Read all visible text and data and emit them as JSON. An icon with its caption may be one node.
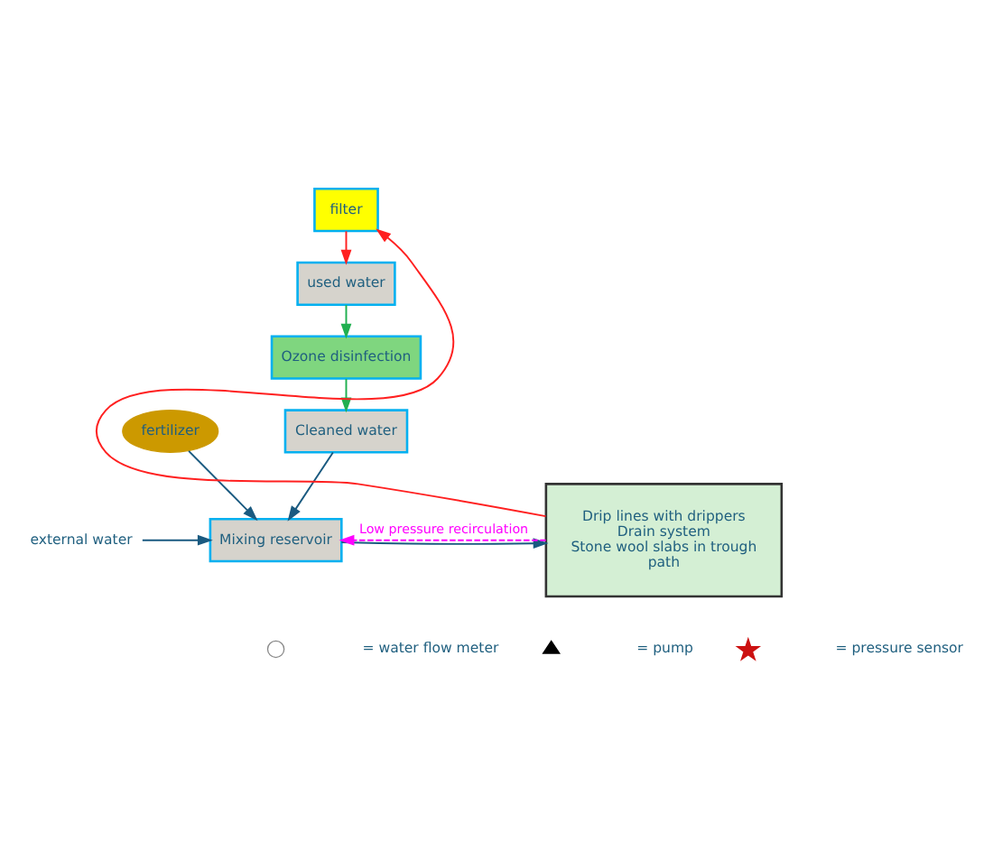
{
  "diagram": {
    "nodes": [
      {
        "text": [
          "filter"
        ]
      },
      {
        "text": [
          "used water"
        ]
      },
      {
        "text": [
          "Ozone disinfection"
        ]
      },
      {
        "text": [
          "Cleaned water"
        ]
      },
      {
        "text": [
          "fertilizer"
        ]
      },
      {
        "text": [
          "Mixing reservoir"
        ]
      },
      {
        "text": [
          "external water"
        ]
      },
      {
        "text": [
          "Drip lines with drippers",
          "Drain system",
          "Stone wool slabs in trough",
          "path"
        ]
      }
    ],
    "edges": [
      {
        "from": 7,
        "to": 0,
        "arrow": "to",
        "color": "#ff2020"
      },
      {
        "from": 0,
        "to": 1,
        "arrow": "to",
        "color": "#ff2020"
      },
      {
        "from": 1,
        "to": 2,
        "arrow": "to",
        "color": "#20b050"
      },
      {
        "from": 2,
        "to": 3,
        "arrow": "to",
        "color": "#20b050"
      },
      {
        "from": 3,
        "to": 5,
        "arrow": "to"
      },
      {
        "from": 4,
        "to": 5,
        "arrow": "to"
      },
      {
        "from": 6,
        "to": 5,
        "arrow": "to"
      },
      {
        "from": 5,
        "to": 7,
        "arrow": "to"
      },
      {
        "from": 7,
        "to": 5,
        "arrow": "to",
        "label": "Low pressure recirculation",
        "style": "dashed",
        "color": "#ff00ff"
      }
    ],
    "legend": [
      {
        "text": "= water flow meter"
      },
      {
        "text": "= pump"
      },
      {
        "text": "= pressure sensor"
      }
    ]
  }
}
